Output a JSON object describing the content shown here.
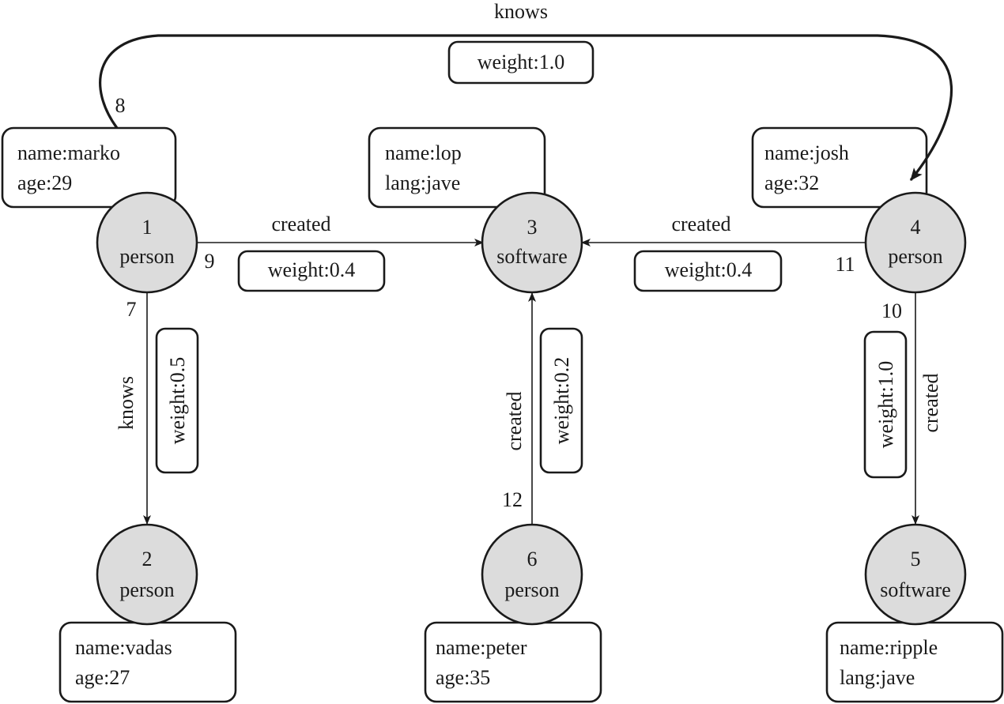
{
  "vertices": [
    {
      "id": "1",
      "label": "person",
      "props": [
        "name:marko",
        "age:29"
      ]
    },
    {
      "id": "2",
      "label": "person",
      "props": [
        "name:vadas",
        "age:27"
      ]
    },
    {
      "id": "3",
      "label": "software",
      "props": [
        "name:lop",
        "lang:jave"
      ]
    },
    {
      "id": "4",
      "label": "person",
      "props": [
        "name:josh",
        "age:32"
      ]
    },
    {
      "id": "5",
      "label": "software",
      "props": [
        "name:ripple",
        "lang:jave"
      ]
    },
    {
      "id": "6",
      "label": "person",
      "props": [
        "name:peter",
        "age:35"
      ]
    }
  ],
  "edges": [
    {
      "id": "7",
      "label": "knows",
      "weight": "weight:0.5",
      "from": "1",
      "to": "2"
    },
    {
      "id": "8",
      "label": "knows",
      "weight": "weight:1.0",
      "from": "1",
      "to": "4"
    },
    {
      "id": "9",
      "label": "created",
      "weight": "weight:0.4",
      "from": "1",
      "to": "3"
    },
    {
      "id": "10",
      "label": "created",
      "weight": "weight:1.0",
      "from": "4",
      "to": "5"
    },
    {
      "id": "11",
      "label": "created",
      "weight": "weight:0.4",
      "from": "4",
      "to": "3"
    },
    {
      "id": "12",
      "label": "created",
      "weight": "weight:0.2",
      "from": "6",
      "to": "3"
    }
  ]
}
